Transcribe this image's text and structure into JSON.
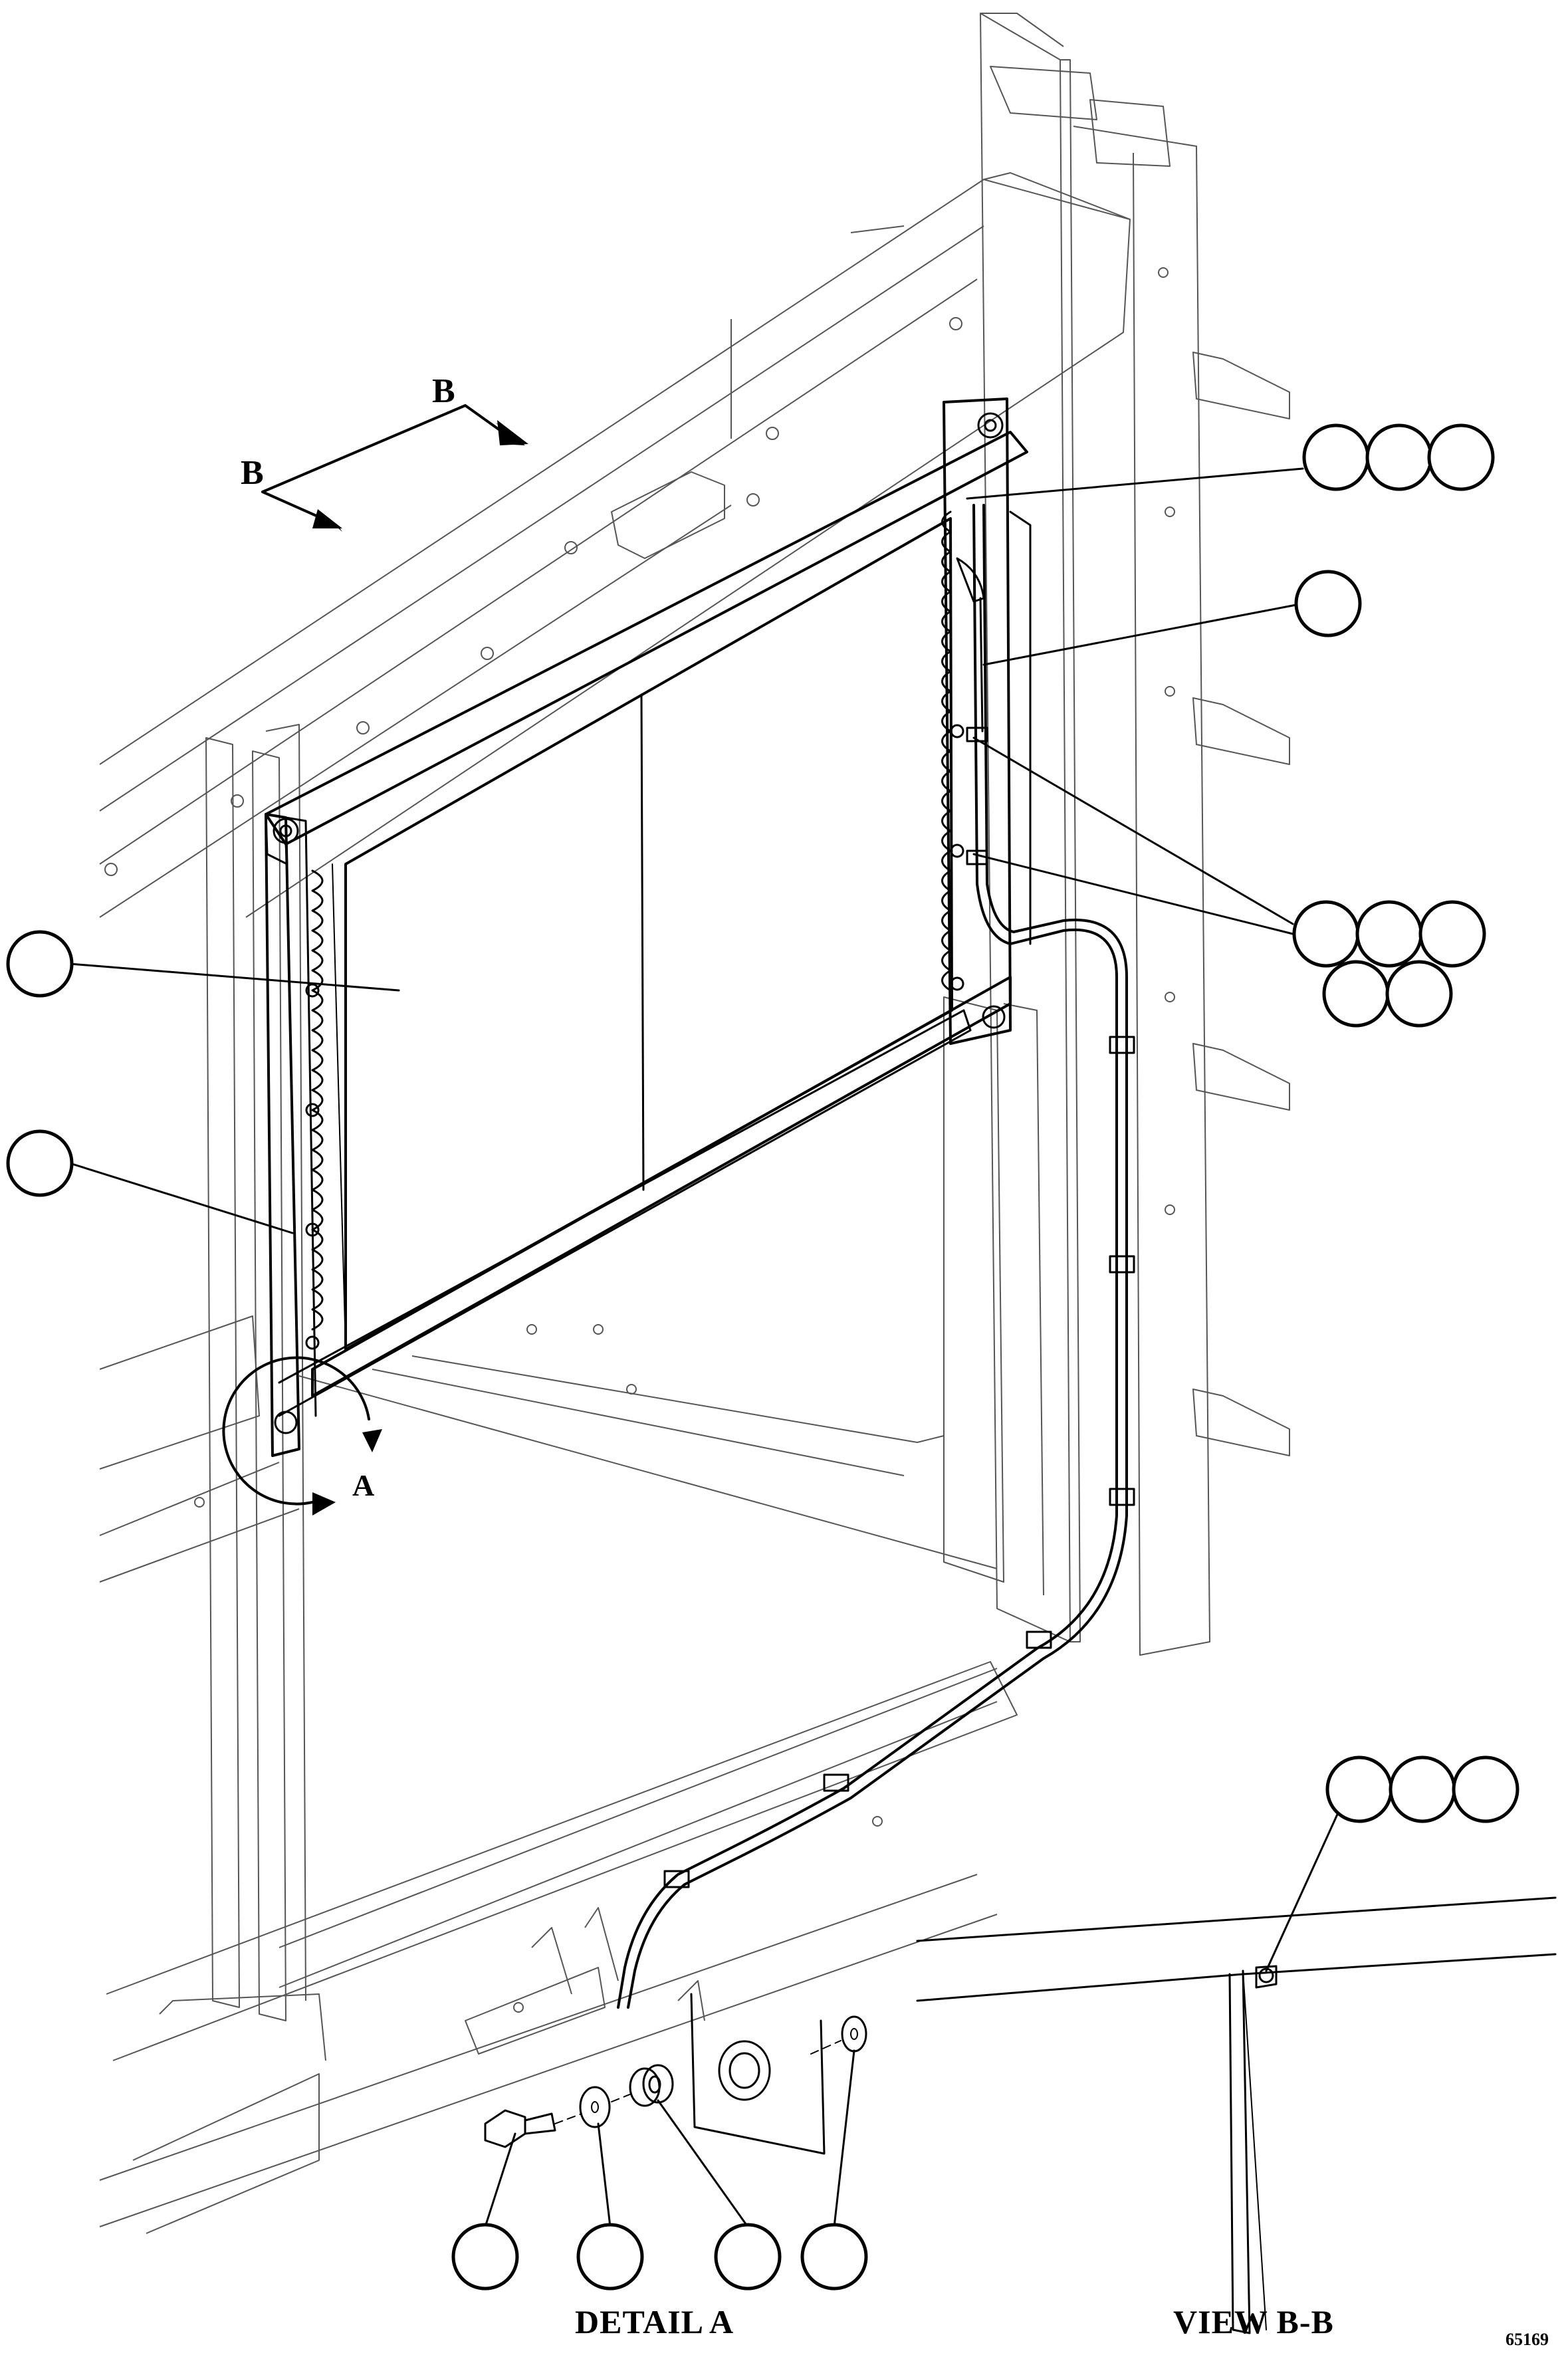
{
  "view_markers": {
    "b_upper": "B",
    "b_lower": "B",
    "a": "A"
  },
  "captions": {
    "detail_a": "DETAIL A",
    "view_bb": "VIEW B-B"
  },
  "figure_number": "65169",
  "callouts": {
    "upper_right_group": 3,
    "hose_single": 1,
    "clamp_group": 5,
    "condenser_panel": 1,
    "side_rail": 1,
    "view_bb_group": 3,
    "detail_a_bolt": 1,
    "detail_a_washer": 1,
    "detail_a_grommet": 1,
    "detail_a_nut": 1
  },
  "colors": {
    "line": "#000000",
    "thin_line": "#555555",
    "background": "#ffffff"
  }
}
